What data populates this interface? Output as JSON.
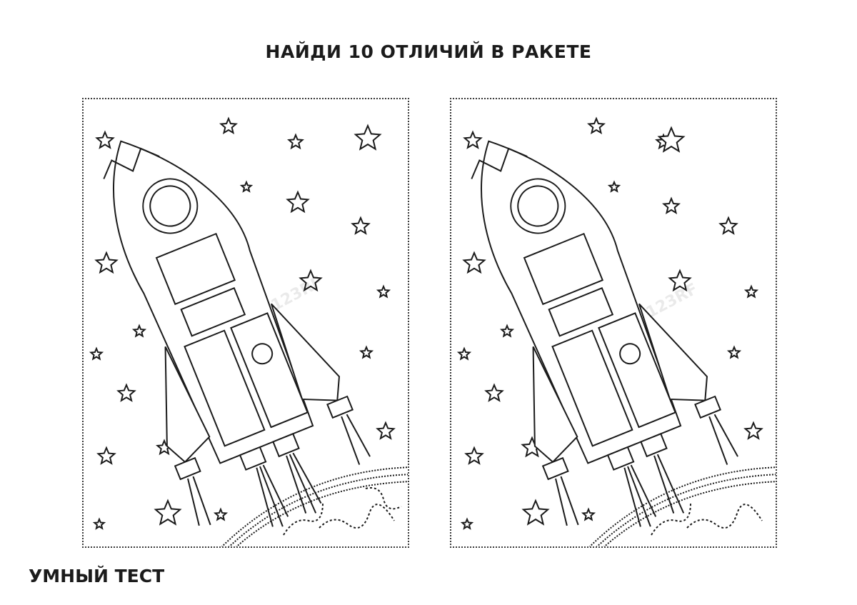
{
  "header": {
    "title": "НАЙДИ 10 ОТЛИЧИЙ В РАКЕТЕ"
  },
  "footer": {
    "brand": "УМНЫЙ ТЕСТ"
  },
  "watermark": {
    "text": "123RF"
  },
  "colors": {
    "ink": "#1b1b1b",
    "background": "#ffffff"
  },
  "icons": [
    "star-icon",
    "rocket-icon",
    "planet-icon",
    "porthole-icon"
  ]
}
